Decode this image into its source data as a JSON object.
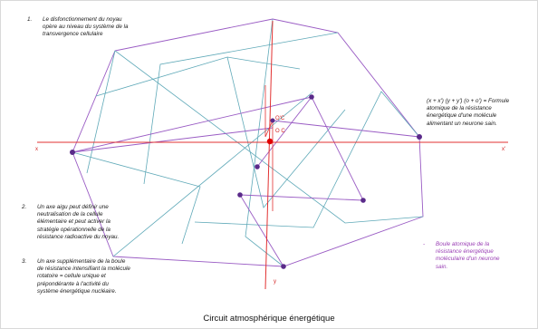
{
  "notes": [
    {
      "number": "1.",
      "lines": [
        "Le disfonctionnement du noyau",
        "opère au niveau du système de la",
        "transvergence cellulaire"
      ]
    },
    {
      "number": "2.",
      "lines": [
        "Un axe aigu peut définir une",
        "neutralisation de la cellule",
        "élémentaire et peut activer la",
        "stratégie opérationnelle de la",
        "résistance radioactive du noyau."
      ]
    },
    {
      "number": "3.",
      "lines": [
        "Un axe supplémentaire de la boule",
        "de résistance intensifiant la molécule",
        "rotatoire = cellule unique et",
        "prépondérante à l'activité du",
        "système énergétique nucléaire."
      ]
    }
  ],
  "formula_note": {
    "lines": [
      "(x + x') (y + y') (o + o') = Formule",
      "atomique de la résistance",
      "énergétique d'une molécule",
      "alimentant un neurone sain."
    ]
  },
  "legend_note": {
    "bullet": "-",
    "lines": [
      "Boule atomique de la",
      "résistance énergétique",
      "moléculaire d'un neurone",
      "sain."
    ]
  },
  "axis_labels": {
    "x": "x",
    "x_prime": "x'",
    "y": "y",
    "o": "O C",
    "o_prime": "O'C"
  },
  "caption": "Circuit atmosphérique énergétique",
  "colors": {
    "axis": "#e23232",
    "polygon": "#9a5cc4",
    "teal": "#5fa9b8",
    "accent": "#7b3aa6",
    "point": "#5a2a8a",
    "origin": "#e00000",
    "legend": "#9a3fb5"
  }
}
